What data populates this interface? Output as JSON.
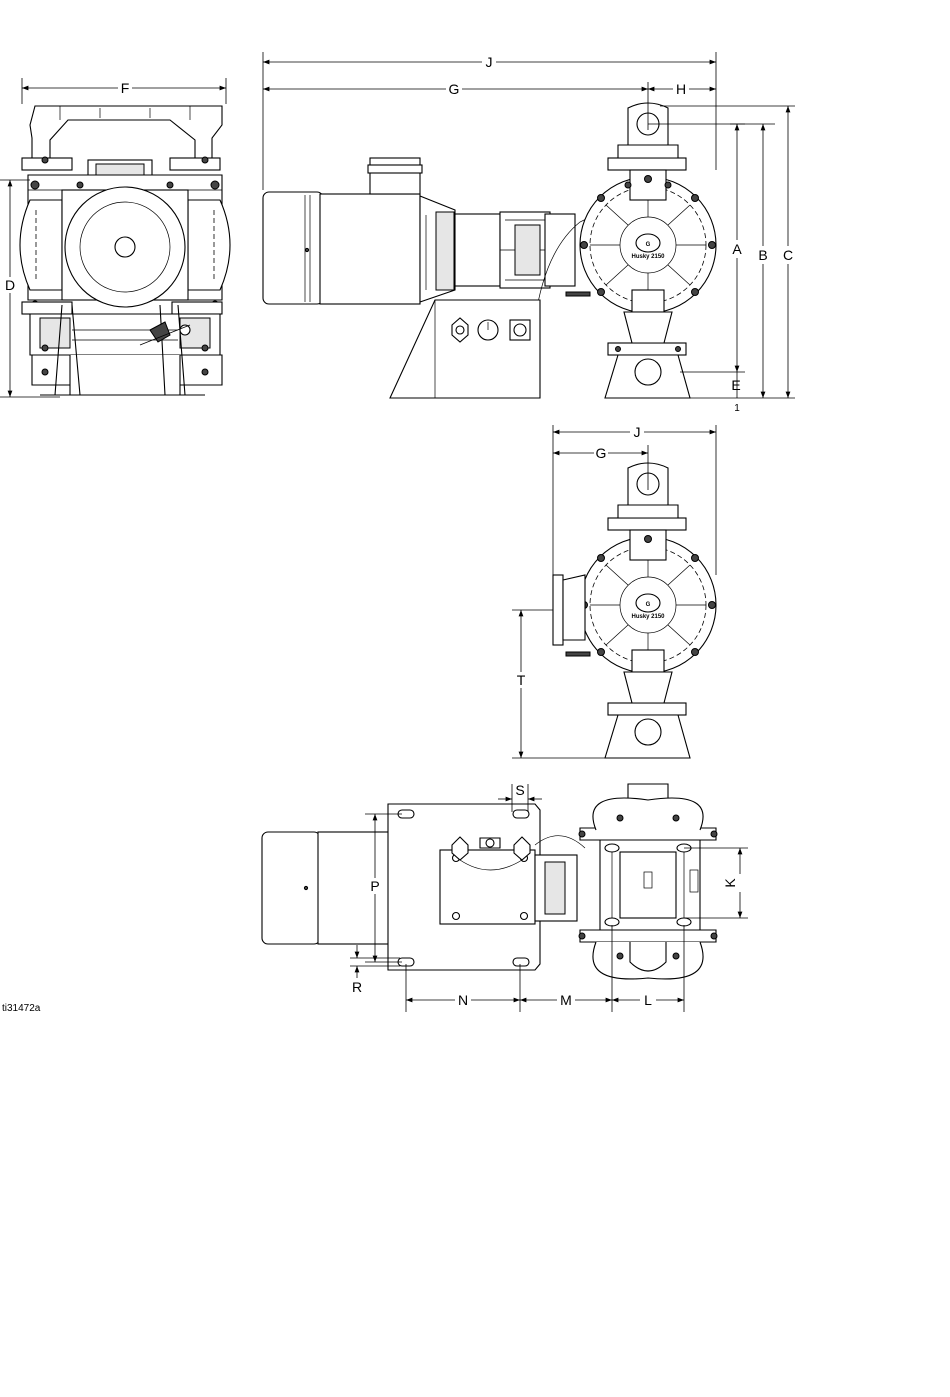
{
  "figure_id": "ti31472a",
  "pump_label": "Husky 2150",
  "dimension_labels": {
    "A": "A",
    "B": "B",
    "C": "C",
    "D": "D",
    "E": "E",
    "F": "F",
    "G": "G",
    "H": "H",
    "J": "J",
    "K": "K",
    "L": "L",
    "M": "M",
    "N": "N",
    "P": "P",
    "R": "R",
    "S": "S",
    "T": "T"
  },
  "dim_e_note": "1"
}
